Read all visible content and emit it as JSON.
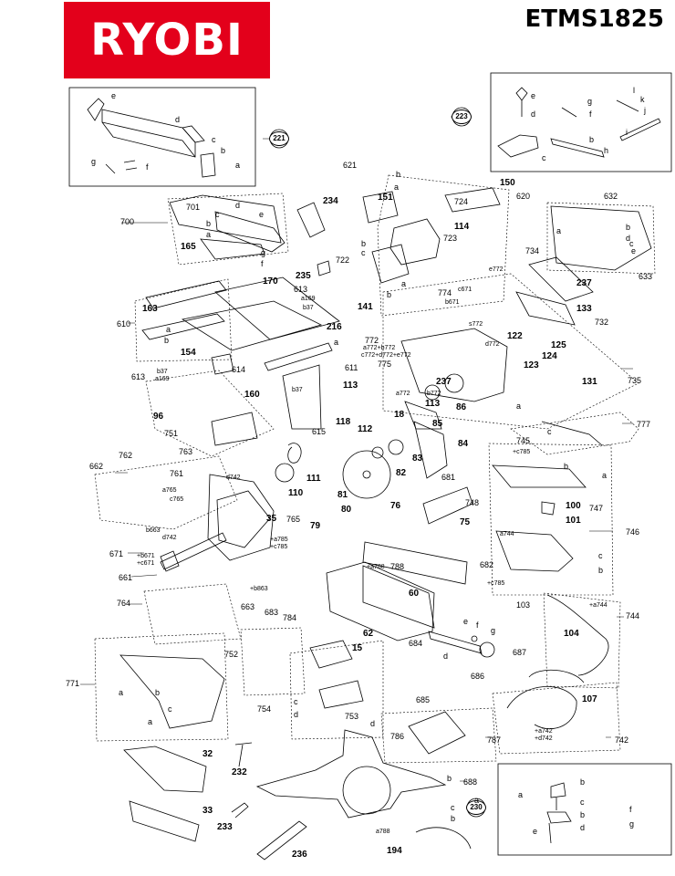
{
  "brand": "RYOBI",
  "model": "ETMS1825",
  "kits": [
    {
      "ref": "221",
      "letters": [
        "e",
        "d",
        "c",
        "b",
        "a",
        "g",
        "f"
      ]
    },
    {
      "ref": "223",
      "letters": [
        "e",
        "d",
        "g",
        "f",
        "l",
        "k",
        "j",
        "b",
        "c",
        "i",
        "h"
      ]
    },
    {
      "ref": "230",
      "letters": [
        "a",
        "b",
        "c",
        "d",
        "e",
        "f",
        "g"
      ]
    }
  ],
  "callouts": [
    {
      "id": "c621",
      "text": "621"
    },
    {
      "id": "c150",
      "text": "150"
    },
    {
      "id": "c620",
      "text": "620"
    },
    {
      "id": "c234",
      "text": "234"
    },
    {
      "id": "c151",
      "text": "151"
    },
    {
      "id": "c724",
      "text": "724"
    },
    {
      "id": "c114",
      "text": "114"
    },
    {
      "id": "c723",
      "text": "723"
    },
    {
      "id": "c632",
      "text": "632"
    },
    {
      "id": "c700",
      "text": "700"
    },
    {
      "id": "c701",
      "text": "701"
    },
    {
      "id": "c165",
      "text": "165"
    },
    {
      "id": "c722",
      "text": "722"
    },
    {
      "id": "c235",
      "text": "235"
    },
    {
      "id": "c734",
      "text": "734"
    },
    {
      "id": "c633",
      "text": "633"
    },
    {
      "id": "c237a",
      "text": "237"
    },
    {
      "id": "c170",
      "text": "170"
    },
    {
      "id": "c613a",
      "text": "613"
    },
    {
      "id": "c141",
      "text": "141"
    },
    {
      "id": "c163",
      "text": "163"
    },
    {
      "id": "c610",
      "text": "610"
    },
    {
      "id": "c216",
      "text": "216"
    },
    {
      "id": "c154",
      "text": "154"
    },
    {
      "id": "c613b",
      "text": "613"
    },
    {
      "id": "c614",
      "text": "614"
    },
    {
      "id": "c611",
      "text": "611"
    },
    {
      "id": "c774",
      "text": "774"
    },
    {
      "id": "c133",
      "text": "133"
    },
    {
      "id": "c732",
      "text": "732"
    },
    {
      "id": "c122",
      "text": "122"
    },
    {
      "id": "c125",
      "text": "125"
    },
    {
      "id": "c124",
      "text": "124"
    },
    {
      "id": "c123",
      "text": "123"
    },
    {
      "id": "c772",
      "text": "772"
    },
    {
      "id": "c775",
      "text": "775"
    },
    {
      "id": "c237b",
      "text": "237"
    },
    {
      "id": "c131",
      "text": "131"
    },
    {
      "id": "c735",
      "text": "735"
    },
    {
      "id": "c160",
      "text": "160"
    },
    {
      "id": "c113a",
      "text": "113"
    },
    {
      "id": "c113b",
      "text": "113"
    },
    {
      "id": "c86",
      "text": "86"
    },
    {
      "id": "c96",
      "text": "96"
    },
    {
      "id": "c751",
      "text": "751"
    },
    {
      "id": "c118",
      "text": "118"
    },
    {
      "id": "c112",
      "text": "112"
    },
    {
      "id": "c615",
      "text": "615"
    },
    {
      "id": "c18",
      "text": "18"
    },
    {
      "id": "c85",
      "text": "85"
    },
    {
      "id": "c84",
      "text": "84"
    },
    {
      "id": "c777",
      "text": "777"
    },
    {
      "id": "c745",
      "text": "745"
    },
    {
      "id": "c762",
      "text": "762"
    },
    {
      "id": "c763",
      "text": "763"
    },
    {
      "id": "c761",
      "text": "761"
    },
    {
      "id": "c111",
      "text": "111"
    },
    {
      "id": "c83",
      "text": "83"
    },
    {
      "id": "c82",
      "text": "82"
    },
    {
      "id": "c681",
      "text": "681"
    },
    {
      "id": "c662",
      "text": "662"
    },
    {
      "id": "c110",
      "text": "110"
    },
    {
      "id": "c81",
      "text": "81"
    },
    {
      "id": "c80",
      "text": "80"
    },
    {
      "id": "c748",
      "text": "748"
    },
    {
      "id": "c100",
      "text": "100"
    },
    {
      "id": "c747",
      "text": "747"
    },
    {
      "id": "c35",
      "text": "35"
    },
    {
      "id": "c765",
      "text": "765"
    },
    {
      "id": "c79",
      "text": "79"
    },
    {
      "id": "c76",
      "text": "76"
    },
    {
      "id": "c75",
      "text": "75"
    },
    {
      "id": "c101",
      "text": "101"
    },
    {
      "id": "c746",
      "text": "746"
    },
    {
      "id": "c671",
      "text": "671"
    },
    {
      "id": "c788",
      "text": "788"
    },
    {
      "id": "c682",
      "text": "682"
    },
    {
      "id": "c661",
      "text": "661"
    },
    {
      "id": "c663",
      "text": "663"
    },
    {
      "id": "c683",
      "text": "683"
    },
    {
      "id": "c60",
      "text": "60"
    },
    {
      "id": "c103",
      "text": "103"
    },
    {
      "id": "c744",
      "text": "744"
    },
    {
      "id": "c764",
      "text": "764"
    },
    {
      "id": "c784",
      "text": "784"
    },
    {
      "id": "c62",
      "text": "62"
    },
    {
      "id": "c684",
      "text": "684"
    },
    {
      "id": "c687",
      "text": "687"
    },
    {
      "id": "c104",
      "text": "104"
    },
    {
      "id": "c752",
      "text": "752"
    },
    {
      "id": "c15",
      "text": "15"
    },
    {
      "id": "c686",
      "text": "686"
    },
    {
      "id": "c771",
      "text": "771"
    },
    {
      "id": "c685",
      "text": "685"
    },
    {
      "id": "c107",
      "text": "107"
    },
    {
      "id": "c754",
      "text": "754"
    },
    {
      "id": "c753",
      "text": "753"
    },
    {
      "id": "c786",
      "text": "786"
    },
    {
      "id": "c787",
      "text": "787"
    },
    {
      "id": "c742",
      "text": "742"
    },
    {
      "id": "c32",
      "text": "32"
    },
    {
      "id": "c232",
      "text": "232"
    },
    {
      "id": "c688",
      "text": "688"
    },
    {
      "id": "c33",
      "text": "33"
    },
    {
      "id": "c233",
      "text": "233"
    },
    {
      "id": "c236",
      "text": "236"
    },
    {
      "id": "c194",
      "text": "194"
    }
  ],
  "subparts": [
    {
      "id": "s_a169",
      "text": "a169"
    },
    {
      "id": "s_b37",
      "text": "b37"
    },
    {
      "id": "s_b37b",
      "text": "b37"
    },
    {
      "id": "s_a169b",
      "text": "a169"
    },
    {
      "id": "s_e772",
      "text": "e772"
    },
    {
      "id": "s_c671",
      "text": "c671"
    },
    {
      "id": "s_b671",
      "text": "b671"
    },
    {
      "id": "s_s772",
      "text": "s772"
    },
    {
      "id": "s_d772",
      "text": "d772"
    },
    {
      "id": "s_772a",
      "text": "a772+b772"
    },
    {
      "id": "s_772b",
      "text": "c772+d772+e772"
    },
    {
      "id": "s_a772",
      "text": "a772"
    },
    {
      "id": "s_b772",
      "text": "b772"
    },
    {
      "id": "s_d742",
      "text": "d742"
    },
    {
      "id": "s_a765",
      "text": "a765"
    },
    {
      "id": "s_c765",
      "text": "c765"
    },
    {
      "id": "s_b663",
      "text": "b663"
    },
    {
      "id": "s_d742b",
      "text": "d742"
    },
    {
      "id": "s_a785",
      "text": "+a785"
    },
    {
      "id": "s_c785",
      "text": "+c785"
    },
    {
      "id": "s_b671b",
      "text": "+b671"
    },
    {
      "id": "s_c671b",
      "text": "+c671"
    },
    {
      "id": "s_b663b",
      "text": "+b863"
    },
    {
      "id": "s_a788",
      "text": "+a788"
    },
    {
      "id": "s_a744",
      "text": "a744"
    },
    {
      "id": "s_c785b",
      "text": "+c785"
    },
    {
      "id": "s_a744b",
      "text": "+a744"
    },
    {
      "id": "s_a742",
      "text": "+a742"
    },
    {
      "id": "s_d742c",
      "text": "+d742"
    },
    {
      "id": "s_a788b",
      "text": "a788"
    },
    {
      "id": "s_c785c",
      "text": "+c785"
    },
    {
      "id": "s_b37c",
      "text": "b37"
    }
  ],
  "letters": [
    "a",
    "b",
    "c",
    "d",
    "e",
    "f",
    "g",
    "h",
    "i",
    "j",
    "k",
    "l"
  ]
}
